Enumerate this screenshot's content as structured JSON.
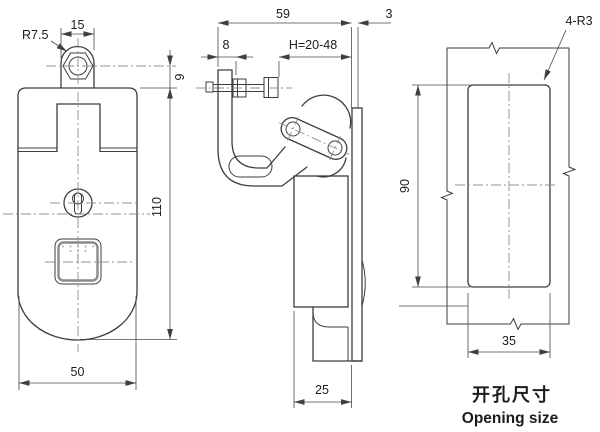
{
  "front": {
    "tab_width": "15",
    "ear_radius": "R7.5",
    "ear_offset": "9",
    "body_height": "110",
    "body_width": "50"
  },
  "side": {
    "total_depth": "59",
    "panel_gap": "3",
    "hook_thickness": "8",
    "grip_range": "H=20-48",
    "body_depth": "25"
  },
  "opening": {
    "corner_radius": "4-R3",
    "height": "90",
    "width": "35",
    "caption_zh": "开孔尺寸",
    "caption_en": "Opening size"
  },
  "colors": {
    "ink": "#3d3d3d",
    "centerline": "#909090",
    "background": "#ffffff"
  }
}
